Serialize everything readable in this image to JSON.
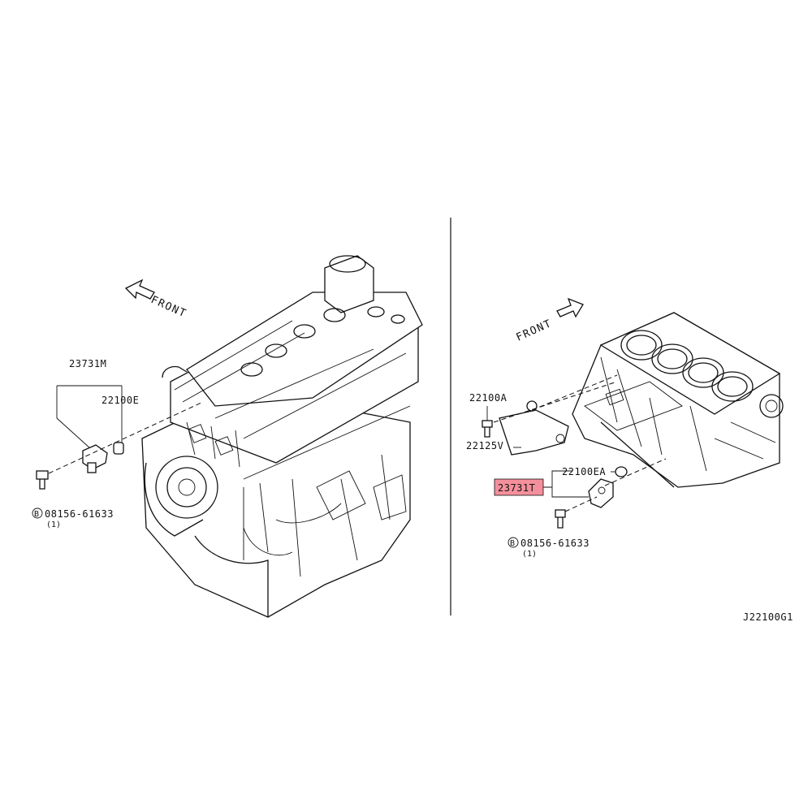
{
  "diagram_code": "J22100G1",
  "left_view": {
    "front_label": "FRONT",
    "sensor_part": "23731M",
    "seal_part": "22100E",
    "bolt_part": "08156-61633",
    "bolt_prefix": "B",
    "bolt_qty": "(1)"
  },
  "right_view": {
    "front_label": "FRONT",
    "bolt_a_part": "22100A",
    "bracket_part": "22125V",
    "sensor_part": "23731T",
    "seal_part": "22100EA",
    "bolt_part": "08156-61633",
    "bolt_prefix": "B",
    "bolt_qty": "(1)"
  },
  "colors": {
    "highlight": "#f4909c",
    "line": "#111111"
  }
}
